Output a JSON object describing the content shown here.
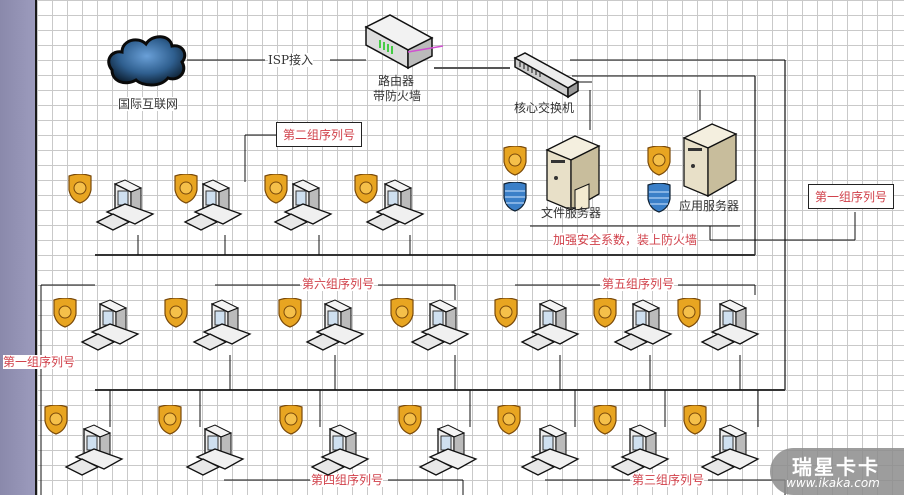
{
  "diagram": {
    "title_nodes": {
      "internet": "国际互联网",
      "isp_link": "ISP接入",
      "router_line1": "路由器",
      "router_line2": "带防火墙",
      "core_switch": "核心交换机",
      "file_server": "文件服务器",
      "app_server": "应用服务器"
    },
    "annotations": {
      "firewall_note": "加强安全系数，装上防火墙",
      "group1_box": "第一组序列号",
      "group1_side": "第一组序列号",
      "group2_box": "第二组序列号",
      "group3": "第三组序列号",
      "group4": "第四组序列号",
      "group5": "第五组序列号",
      "group6": "第六组序列号"
    },
    "watermark": {
      "brand": "瑞星卡卡",
      "url": "www.ikaka.com"
    },
    "colors": {
      "annotation_red": "#d0404a",
      "shield_gold": "#e8a521",
      "firewall_blue": "#3a7fc8",
      "cloud_blue": "#2f5f8f"
    },
    "workstation_counts": {
      "row1": 4,
      "row2": 7,
      "row3": 7
    }
  }
}
